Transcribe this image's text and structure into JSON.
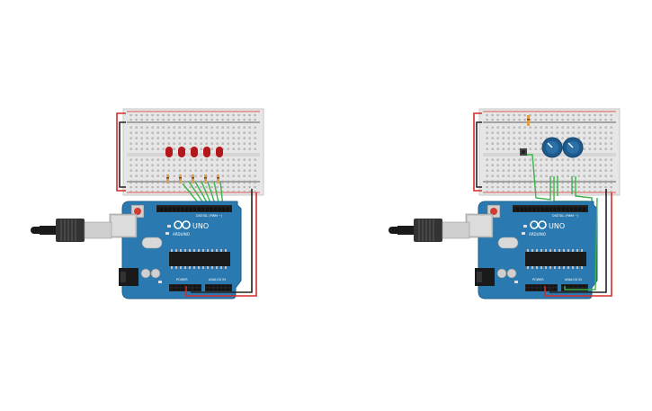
{
  "circuit_left": {
    "board": {
      "brand": "ARDUINO",
      "model": "UNO",
      "digital_label": "DIGITAL (PWM ~)",
      "analog_label": "ANALOG IN",
      "power_label": "POWER"
    },
    "led_count": 5,
    "components": [
      "breadboard",
      "red-led",
      "resistor",
      "arduino-uno",
      "usb-cable"
    ]
  },
  "circuit_right": {
    "board": {
      "brand": "ARDUINO",
      "model": "UNO",
      "digital_label": "DIGITAL (PWM ~)",
      "analog_label": "ANALOG IN",
      "power_label": "POWER"
    },
    "potentiometer_count": 2,
    "components": [
      "breadboard",
      "resistor",
      "pushbutton",
      "potentiometer",
      "arduino-uno",
      "usb-cable"
    ]
  },
  "colors": {
    "board_blue": "#2a79b0",
    "breadboard": "#e6e6e6",
    "wire_red": "#d62b2b",
    "wire_black": "#222222",
    "wire_green": "#3cb34a",
    "led_red": "#b3161b",
    "pot_blue": "#1e5a8c"
  }
}
